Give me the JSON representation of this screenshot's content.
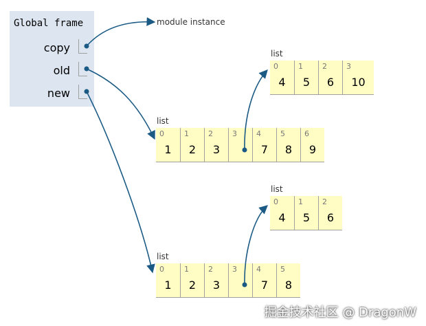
{
  "frame": {
    "title": "Global frame",
    "vars": [
      {
        "name": "copy",
        "target": "module instance"
      },
      {
        "name": "old",
        "target": "list"
      },
      {
        "name": "new",
        "target": "list"
      }
    ]
  },
  "module_label": "module instance",
  "lists": [
    {
      "id": "inner_a",
      "label": "list",
      "cells": [
        {
          "i": "0",
          "v": "4"
        },
        {
          "i": "1",
          "v": "5"
        },
        {
          "i": "2",
          "v": "6"
        },
        {
          "i": "3",
          "v": "10"
        }
      ]
    },
    {
      "id": "old_list",
      "label": "list",
      "cells": [
        {
          "i": "0",
          "v": "1"
        },
        {
          "i": "1",
          "v": "2"
        },
        {
          "i": "2",
          "v": "3"
        },
        {
          "i": "3",
          "v": ""
        },
        {
          "i": "4",
          "v": "7"
        },
        {
          "i": "5",
          "v": "8"
        },
        {
          "i": "6",
          "v": "9"
        }
      ]
    },
    {
      "id": "inner_b",
      "label": "list",
      "cells": [
        {
          "i": "0",
          "v": "4"
        },
        {
          "i": "1",
          "v": "5"
        },
        {
          "i": "2",
          "v": "6"
        }
      ]
    },
    {
      "id": "new_list",
      "label": "list",
      "cells": [
        {
          "i": "0",
          "v": "1"
        },
        {
          "i": "1",
          "v": "2"
        },
        {
          "i": "2",
          "v": "3"
        },
        {
          "i": "3",
          "v": ""
        },
        {
          "i": "4",
          "v": "7"
        },
        {
          "i": "5",
          "v": "8"
        }
      ]
    }
  ],
  "watermark": "掘金技术社区 @ DragonW",
  "colors": {
    "arrow": "#1a5a84",
    "frame_bg": "#dce5f0",
    "cell_bg": "#fffdc4"
  }
}
